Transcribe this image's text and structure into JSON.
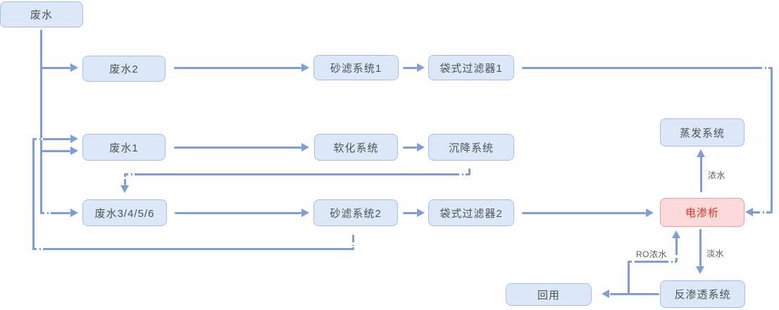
{
  "colors": {
    "line": "#7d9ed9",
    "node_fill": "#dce7f8",
    "node_border": "#a6bfe6",
    "node_text": "#4f5355",
    "accent_fill": "#fbdada",
    "accent_border": "#f0999a",
    "accent_text": "#e93223",
    "label_text": "#595959",
    "background": "#ffffff"
  },
  "nodes": {
    "wastewater": {
      "label": "废水"
    },
    "wastewater_2": {
      "label": "废水2"
    },
    "sand_filter_1": {
      "label": "砂滤系统1"
    },
    "bag_filter_1": {
      "label": "袋式过滤器1"
    },
    "wastewater_1": {
      "label": "废水1"
    },
    "softening": {
      "label": "软化系统"
    },
    "sedimentation": {
      "label": "沉降系统"
    },
    "wastewater_3456": {
      "label": "废水3/4/5/6"
    },
    "sand_filter_2": {
      "label": "砂滤系统2"
    },
    "bag_filter_2": {
      "label": "袋式过滤器2"
    },
    "electrodialysis": {
      "label": "电渗析"
    },
    "evaporation": {
      "label": "蒸发系统"
    },
    "reverse_osmosis": {
      "label": "反渗透系统"
    },
    "reuse": {
      "label": "回用"
    }
  },
  "edge_labels": {
    "concentrate": "浓水",
    "fresh_water": "淡水",
    "ro_concentrate": "RO浓水"
  },
  "edges": [
    {
      "from": "废水",
      "to": "废水2"
    },
    {
      "from": "废水",
      "to": "废水1"
    },
    {
      "from": "废水",
      "to": "废水3/4/5/6"
    },
    {
      "from": "废水2",
      "to": "砂滤系统1"
    },
    {
      "from": "砂滤系统1",
      "to": "袋式过滤器1"
    },
    {
      "from": "袋式过滤器1",
      "to": "电渗析"
    },
    {
      "from": "废水1",
      "to": "软化系统"
    },
    {
      "from": "软化系统",
      "to": "沉降系统"
    },
    {
      "from": "沉降系统",
      "to": "废水3/4/5/6"
    },
    {
      "from": "废水3/4/5/6",
      "to": "砂滤系统2"
    },
    {
      "from": "砂滤系统2",
      "to": "袋式过滤器2"
    },
    {
      "from": "砂滤系统2",
      "to": "废水1"
    },
    {
      "from": "袋式过滤器2",
      "to": "电渗析"
    },
    {
      "from": "电渗析",
      "to": "蒸发系统",
      "label": "浓水"
    },
    {
      "from": "电渗析",
      "to": "反渗透系统",
      "label": "淡水"
    },
    {
      "from": "反渗透系统",
      "to": "回用"
    },
    {
      "from": "反渗透系统",
      "to": "电渗析",
      "label": "RO浓水"
    }
  ]
}
